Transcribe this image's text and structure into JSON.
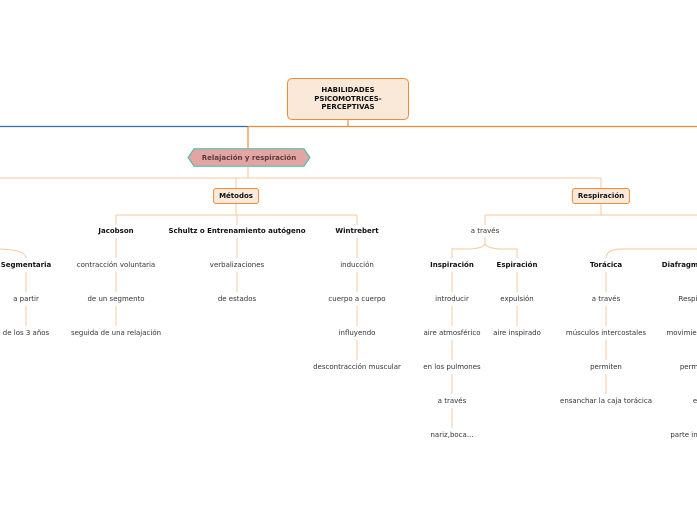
{
  "root": {
    "title_lines": [
      "HABILIDADES",
      "PSICOMOTRICES-",
      "PERCEPTIVAS"
    ]
  },
  "relajacion": {
    "label": "Relajación y respiración"
  },
  "metodos": {
    "label": "Métodos"
  },
  "respiracion": {
    "label": "Respiración"
  },
  "segmentaria": {
    "label": "Segmentaria",
    "items": [
      "a partir",
      "de los 3 años"
    ]
  },
  "jacobson": {
    "label": "Jacobson",
    "items": [
      "contracción voluntaria",
      "de un segmento",
      "seguida de una relajación"
    ]
  },
  "schultz": {
    "label": "Schultz o Entrenamiento autógeno",
    "items": [
      "verbalizaciones",
      "de estados"
    ]
  },
  "wintrebert": {
    "label": "Wintrebert",
    "items": [
      "inducción",
      "cuerpo a cuerpo",
      "influyendo",
      "descontracción muscular"
    ]
  },
  "a_traves": {
    "label": "a través"
  },
  "inspiracion": {
    "label": "Inspiración",
    "items": [
      "introducir",
      "aire atmosférico",
      "en los pulmones",
      "a  través",
      "nariz,boca..."
    ]
  },
  "espiracion": {
    "label": "Espiración",
    "items": [
      "expulsión",
      "aire inspirado"
    ]
  },
  "toracica": {
    "label": "Torácica",
    "items": [
      "a través",
      "músculos intercostales",
      "permiten",
      "ensanchar la caja torácica"
    ]
  },
  "diafragmatica": {
    "label": "Diafragm",
    "items": [
      "Respi",
      "movimier",
      "perm",
      "e",
      "parte in"
    ]
  },
  "colors": {
    "accent": "#ef8a36",
    "connector": "#f7c79a",
    "left_branch": "#2a6fb0",
    "hex_fill": "#e3a5a3",
    "hex_border": "#3dbfa3"
  }
}
